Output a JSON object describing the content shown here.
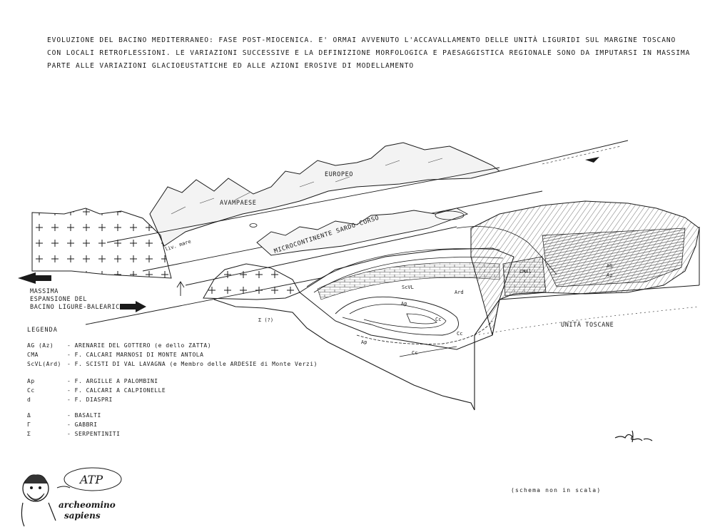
{
  "header": {
    "line1": "EVOLUZIONE DEL BACINO MEDITERRANEO: FASE POST-MIOCENICA. E' ORMAI AVVENUTO L'ACCAVALLAMENTO DELLE UNITÀ LIGURIDI SUL MARGINE TOSCANO",
    "line2": "CON LOCALI RETROFLESSIONI. LE VARIAZIONI SUCCESSIVE E LA DEFINIZIONE MORFOLOGICA E PAESAGGISTICA REGIONALE SONO DA IMPUTARSI IN MASSIMA",
    "line3": "PARTE ALLE VARIAZIONI GLACIOEUSTATICHE  ED ALLE AZIONI EROSIVE DI MODELLAMENTO"
  },
  "diagram": {
    "europeo": "EUROPEO",
    "avampaese": "AVAMPAESE",
    "microcontinente": "MICROCONTINENTE SARDO-CORSO",
    "liv_mare": "liv. mare",
    "massima1": "MASSIMA",
    "massima2": "ESPANSIONE DEL",
    "massima3": "BACINO LIGURE-BALEARICO",
    "unita_toscane": "UNITÀ TOSCANE",
    "cmai": "CMAl",
    "ag": "AG",
    "az": "Az",
    "scvl": "ScVL",
    "ard": "Ard",
    "ap1": "Ap",
    "ap2": "Ap",
    "cc1": "Cc",
    "cc2": "Cc",
    "cc3": "Cc",
    "sigma": "Σ (?)"
  },
  "legend": {
    "title": "LEGENDA",
    "items": [
      {
        "code": "AG (Az)",
        "text": "- ARENARIE DEL GOTTERO (e dello ZATTA)"
      },
      {
        "code": "CMA",
        "text": "- F. CALCARI MARNOSI DI MONTE ANTOLA"
      },
      {
        "code": "ScVL(Ard)",
        "text": "- F. SCISTI DI VAL LAVAGNA (e Membro delle ARDESIE di Monte Verzi)"
      },
      {
        "code": "Ap",
        "text": "- F. ARGILLE A PALOMBINI"
      },
      {
        "code": "Cc",
        "text": "- F. CALCARI A CALPIONELLE"
      },
      {
        "code": "d",
        "text": "- F. DIASPRI"
      },
      {
        "code": "Δ",
        "text": "- BASALTI"
      },
      {
        "code": "Γ",
        "text": "- GABBRI"
      },
      {
        "code": "Σ",
        "text": "- SERPENTINITI"
      }
    ]
  },
  "scale_note": "(schema  non in scala)",
  "logo": {
    "line1": "archeomino",
    "line2": "sapiens",
    "badge": "ATP"
  }
}
